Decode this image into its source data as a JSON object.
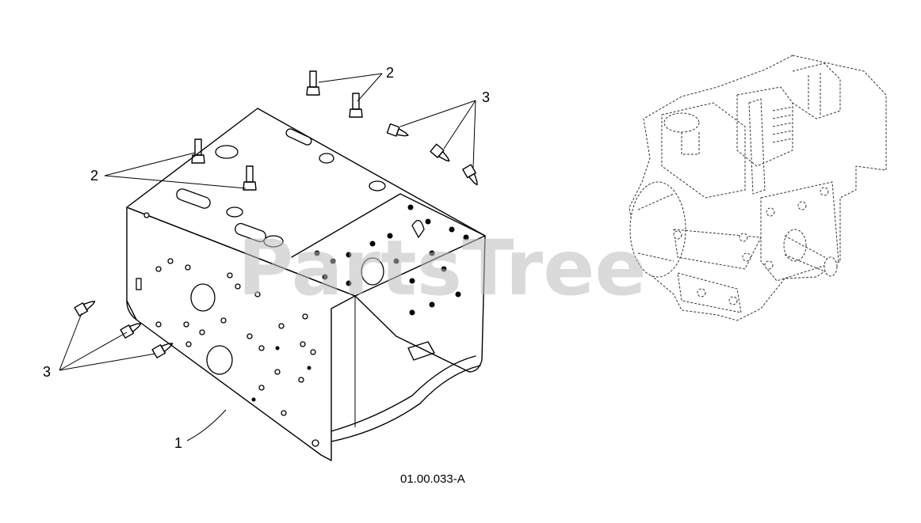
{
  "diagram": {
    "figure_id": "01.00.033-A",
    "watermark": "PartsTree",
    "callouts": [
      {
        "id": "callout-1",
        "label": "1"
      },
      {
        "id": "callout-2-top",
        "label": "2"
      },
      {
        "id": "callout-2-left",
        "label": "2"
      },
      {
        "id": "callout-3-top",
        "label": "3"
      },
      {
        "id": "callout-3-left",
        "label": "3"
      }
    ]
  }
}
